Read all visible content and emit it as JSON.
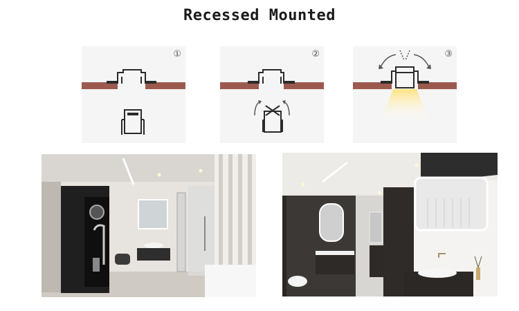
{
  "title": "Recessed Mounted",
  "steps": [
    {
      "number": "①"
    },
    {
      "number": "②"
    },
    {
      "number": "③"
    }
  ],
  "colors": {
    "ceiling": "#9c5a4e",
    "profile": "#2a2a2a",
    "panel_bg": "#f5f5f5",
    "light_glow": "#ffe9a0"
  },
  "photos": [
    {
      "name": "bathroom-showroom-photo"
    },
    {
      "name": "dark-bathroom-photo"
    }
  ]
}
